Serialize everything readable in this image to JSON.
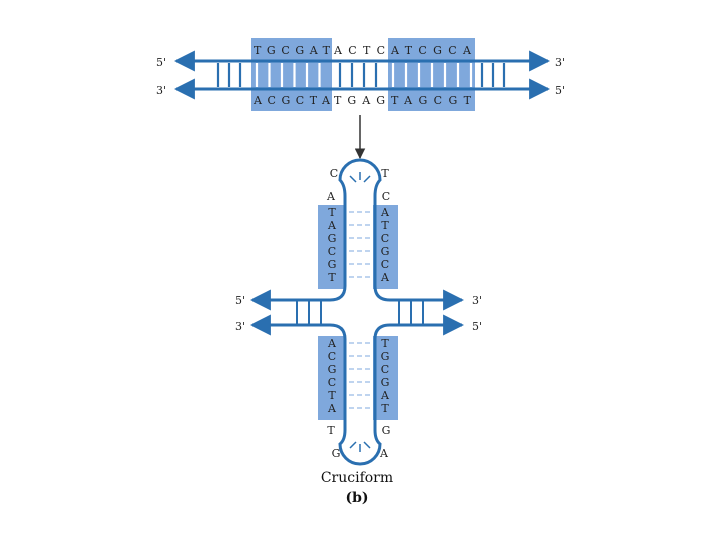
{
  "colors": {
    "strand": "#2a6fb0",
    "box": "#7fa8dc",
    "pair": "#ffffff",
    "pair_dark": "#2a6fb0",
    "dash": "#d6e4f5",
    "arrow": "#333333",
    "text": "#222222"
  },
  "top_duplex": {
    "top_strand": {
      "left_end": "5'",
      "right_end": "3'",
      "segments": [
        "TGCGAT",
        "ACTC",
        "ATCGCA"
      ]
    },
    "bottom_strand": {
      "left_end": "3'",
      "right_end": "5'",
      "segments": [
        "ACGCTA",
        "TGAG",
        "TAGCGT"
      ]
    }
  },
  "cruciform": {
    "upper_hairpin": {
      "left_stem": [
        "T",
        "A",
        "G",
        "C",
        "G",
        "T"
      ],
      "right_stem": [
        "A",
        "T",
        "C",
        "G",
        "C",
        "A"
      ],
      "loop_left": [
        "C",
        "A"
      ],
      "loop_right": [
        "T",
        "C"
      ]
    },
    "lower_hairpin": {
      "left_stem": [
        "A",
        "C",
        "G",
        "C",
        "T",
        "A"
      ],
      "right_stem": [
        "T",
        "G",
        "C",
        "G",
        "A",
        "T"
      ],
      "loop_left": [
        "T",
        "G"
      ],
      "loop_right": [
        "G",
        "A"
      ]
    },
    "strand_ends": {
      "upper_left": "5'",
      "upper_right": "3'",
      "lower_left": "3'",
      "lower_right": "5'"
    }
  },
  "caption": "Cruciform",
  "panel_label": "(b)"
}
